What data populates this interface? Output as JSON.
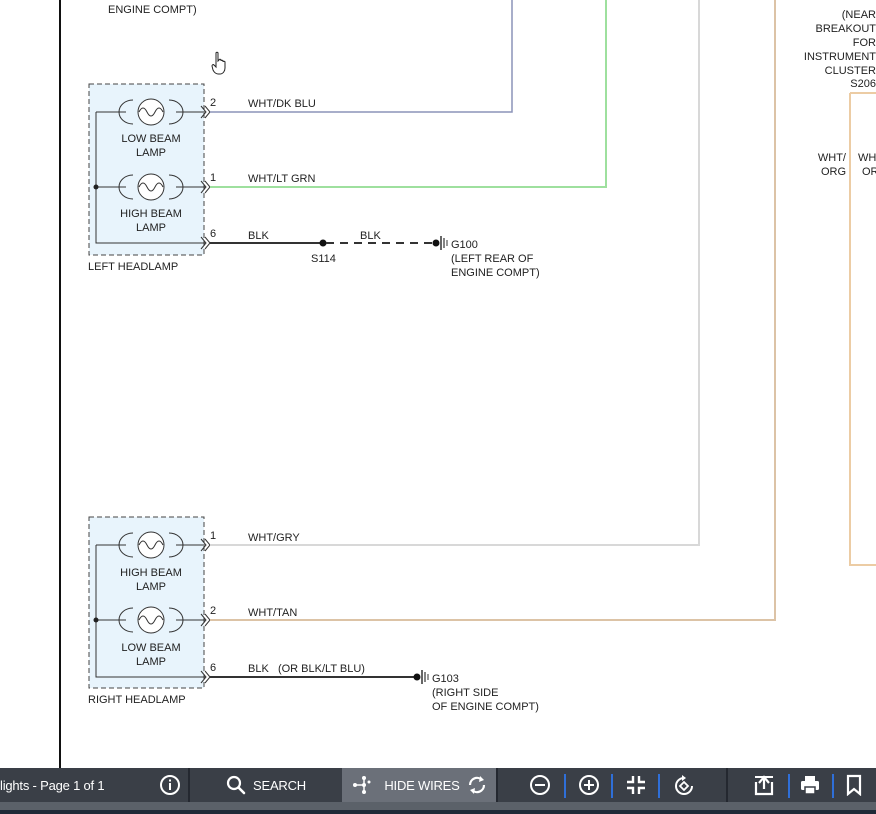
{
  "diagram": {
    "top_left_label": "ENGINE COMPT)",
    "right_note_lines": [
      "(NEAR",
      "BREAKOUT",
      "FOR",
      "INSTRUMENT",
      "CLUSTER",
      "S206"
    ],
    "right_wire_label_1": [
      "WHT/",
      "ORG"
    ],
    "right_wire_label_2": [
      "WH",
      "OR"
    ],
    "left_headlamp": {
      "title": "LEFT HEADLAMP",
      "lamp_top": [
        "LOW BEAM",
        "LAMP"
      ],
      "lamp_bottom": [
        "HIGH BEAM",
        "LAMP"
      ],
      "pins": [
        "2",
        "1",
        "6"
      ],
      "wires": [
        "WHT/DK BLU",
        "WHT/LT GRN",
        "BLK"
      ],
      "splice": "S114",
      "wire_after_splice": "BLK",
      "ground": "G100",
      "ground_desc": [
        "(LEFT REAR OF",
        "ENGINE COMPT)"
      ]
    },
    "right_headlamp": {
      "title": "RIGHT HEADLAMP",
      "lamp_top": [
        "HIGH BEAM",
        "LAMP"
      ],
      "lamp_bottom": [
        "LOW BEAM",
        "LAMP"
      ],
      "pins": [
        "1",
        "2",
        "6"
      ],
      "wires": [
        "WHT/GRY",
        "WHT/TAN",
        "BLK   (OR BLK/LT BLU)"
      ],
      "ground": "G103",
      "ground_desc": [
        "(RIGHT SIDE",
        "OF ENGINE COMPT)"
      ]
    },
    "colors": {
      "wht_dk_blu": "#8c94b8",
      "wht_lt_grn": "#9ee09e",
      "wht_gry": "#d8d8d8",
      "wht_tan": "#dcc3a6",
      "wht_org": "#eccca4",
      "blk": "#333333",
      "lamp_fill": "#e8f4fc"
    }
  },
  "toolbar": {
    "title": "lights - Page 1 of 1",
    "search_label": "SEARCH",
    "hide_wires_label": "HIDE WIRES",
    "icons": [
      "info-icon",
      "search-icon",
      "wires-icon",
      "refresh-icon",
      "zoom-out-icon",
      "zoom-in-icon",
      "fit-icon",
      "rotate-icon",
      "share-icon",
      "print-icon",
      "bookmark-icon"
    ]
  }
}
